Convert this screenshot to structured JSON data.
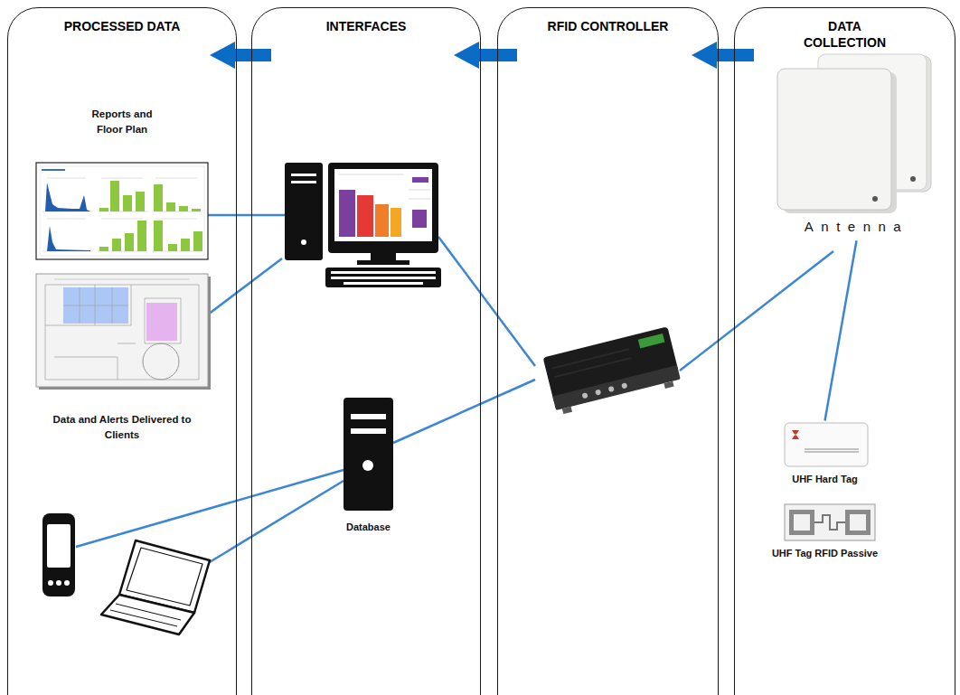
{
  "diagram": {
    "nodes": [
      {
        "text": [
          "PROCESSED DATA"
        ]
      },
      {
        "text": [
          "INTERFACES"
        ]
      },
      {
        "text": [
          "RFID CONTROLLER"
        ]
      },
      {
        "text": [
          "DATA COLLECTION"
        ]
      },
      {
        "text": [
          "Database"
        ],
        "in": 1
      },
      {
        "text": [
          "Antenna"
        ],
        "in": 3
      },
      {
        "text": [
          "UHF Hard Tag"
        ],
        "in": 3
      },
      {
        "text": [
          "UHF Tag RFID Passive"
        ],
        "in": 3
      }
    ],
    "edges": [
      {
        "from": 3,
        "to": 2,
        "arrow": "to"
      },
      {
        "from": 2,
        "to": 1,
        "arrow": "to"
      },
      {
        "from": 1,
        "to": 0,
        "arrow": "to"
      },
      {
        "from": 5,
        "to": 6,
        "arrow": "none"
      }
    ],
    "labels": [
      "Reports and Floor Plan",
      "Data and Alerts Delivered to Clients"
    ]
  }
}
